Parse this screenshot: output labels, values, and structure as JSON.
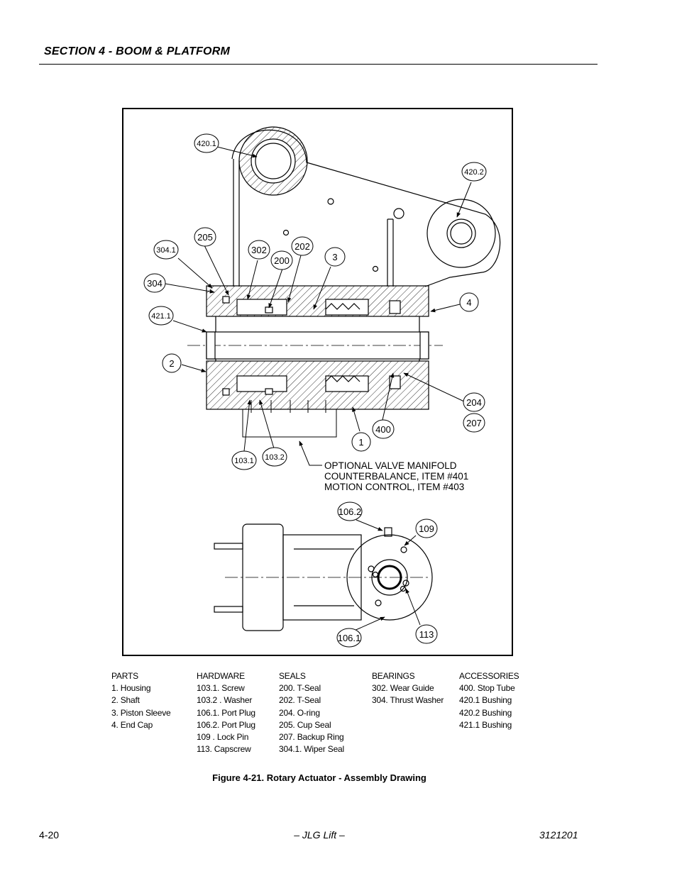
{
  "header": {
    "section_title": "SECTION 4 - BOOM & PLATFORM"
  },
  "figure": {
    "callouts": {
      "c420_1": "420.1",
      "c420_2": "420.2",
      "c205": "205",
      "c304_1": "304.1",
      "c302": "302",
      "c202": "202",
      "c200": "200",
      "c3": "3",
      "c304": "304",
      "c4": "4",
      "c421_1": "421.1",
      "c2": "2",
      "c204": "204",
      "c207": "207",
      "c400": "400",
      "c1": "1",
      "c103_1": "103.1",
      "c103_2": "103.2",
      "c106_2": "106.2",
      "c109": "109",
      "c106_1": "106.1",
      "c113": "113"
    },
    "note_lines": [
      "OPTIONAL VALVE MANIFOLD",
      "COUNTERBALANCE, ITEM #401",
      "MOTION CONTROL, ITEM #403"
    ]
  },
  "legend": {
    "parts": {
      "heading": "PARTS",
      "items": [
        "1.   Housing",
        "2.   Shaft",
        "3.   Piston Sleeve",
        "4.   End Cap"
      ]
    },
    "hardware": {
      "heading": "HARDWARE",
      "items": [
        "103.1.  Screw",
        "103.2 .  Washer",
        "106.1.  Port Plug",
        "106.2.  Port Plug",
        "109 .    Lock Pin",
        "113.     Capscrew"
      ]
    },
    "seals": {
      "heading": "SEALS",
      "items": [
        "200.     T-Seal",
        "202.     T-Seal",
        "204.     O-ring",
        "205.     Cup Seal",
        "207.     Backup Ring",
        "304.1.  Wiper Seal"
      ]
    },
    "bearings": {
      "heading": "BEARINGS",
      "items": [
        "302.  Wear Guide",
        "304.  Thrust Washer"
      ]
    },
    "accessories": {
      "heading": "ACCESSORIES",
      "items": [
        "400.  Stop Tube",
        "420.1  Bushing",
        "420.2  Bushing",
        "421.1  Bushing"
      ]
    }
  },
  "caption": "Figure 4-21.  Rotary Actuator - Assembly Drawing",
  "footer": {
    "page_number": "4-20",
    "center": "– JLG Lift –",
    "doc_number": "3121201"
  }
}
